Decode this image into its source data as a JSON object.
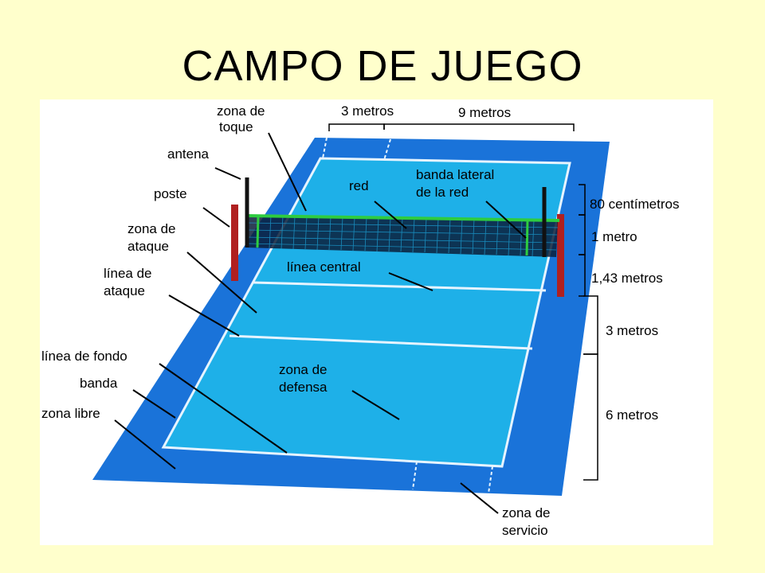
{
  "title": "CAMPO DE JUEGO",
  "labels": {
    "zona_de_toque": [
      "zona de",
      "toque"
    ],
    "antena": "antena",
    "poste": "poste",
    "zona_de_ataque": [
      "zona de",
      "ataque"
    ],
    "linea_de_ataque": [
      "línea de",
      "ataque"
    ],
    "linea_de_fondo": "línea de fondo",
    "banda": "banda",
    "zona_libre": "zona libre",
    "red": "red",
    "banda_lateral_de_la_red": [
      "banda lateral",
      "de la red"
    ],
    "linea_central": "línea central",
    "zona_de_defensa": [
      "zona de",
      "defensa"
    ],
    "zona_de_servicio": [
      "zona de",
      "servicio"
    ]
  },
  "dimensions": {
    "top_3m": "3 metros",
    "top_9m": "9 metros",
    "net_80cm": "80 centímetros",
    "net_1m": "1 metro",
    "net_143m": "1,43 metros",
    "side_3m": "3 metros",
    "side_6m": "6 metros"
  },
  "colors": {
    "background": "#ffffcc",
    "free_zone": "#1a73d9",
    "court": "#1eb0e8",
    "lines": "#e6f4ff",
    "net_mesh": "#0a1f3a",
    "net_band": "#2ecc40",
    "post": "#b02020"
  }
}
